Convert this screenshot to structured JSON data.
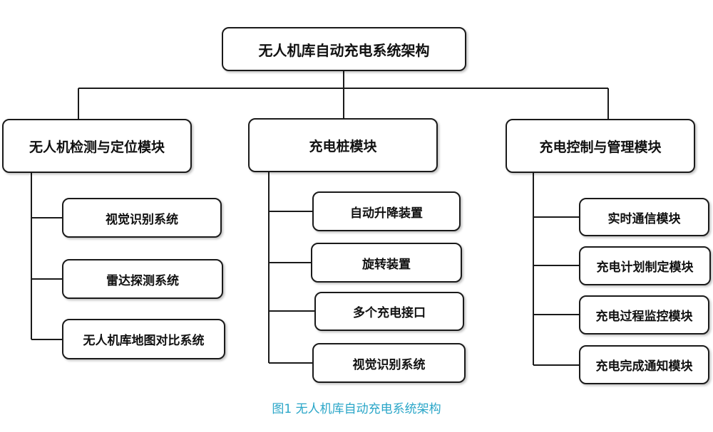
{
  "colors": {
    "line": "#1a1a1a",
    "border": "#1a1a1a",
    "caption": "#2aa6c8"
  },
  "diagram": {
    "root": "无人机库自动充电系统架构",
    "modules": [
      {
        "title": "无人机检测与定位模块",
        "children": [
          "视觉识别系统",
          "雷达探测系统",
          "无人机库地图对比系统"
        ]
      },
      {
        "title": "充电桩模块",
        "children": [
          "自动升降装置",
          "旋转装置",
          "多个充电接口",
          "视觉识别系统"
        ]
      },
      {
        "title": "充电控制与管理模块",
        "children": [
          "实时通信模块",
          "充电计划制定模块",
          "充电过程监控模块",
          "充电完成通知模块"
        ]
      }
    ]
  },
  "caption": "图1 无人机库自动充电系统架构"
}
